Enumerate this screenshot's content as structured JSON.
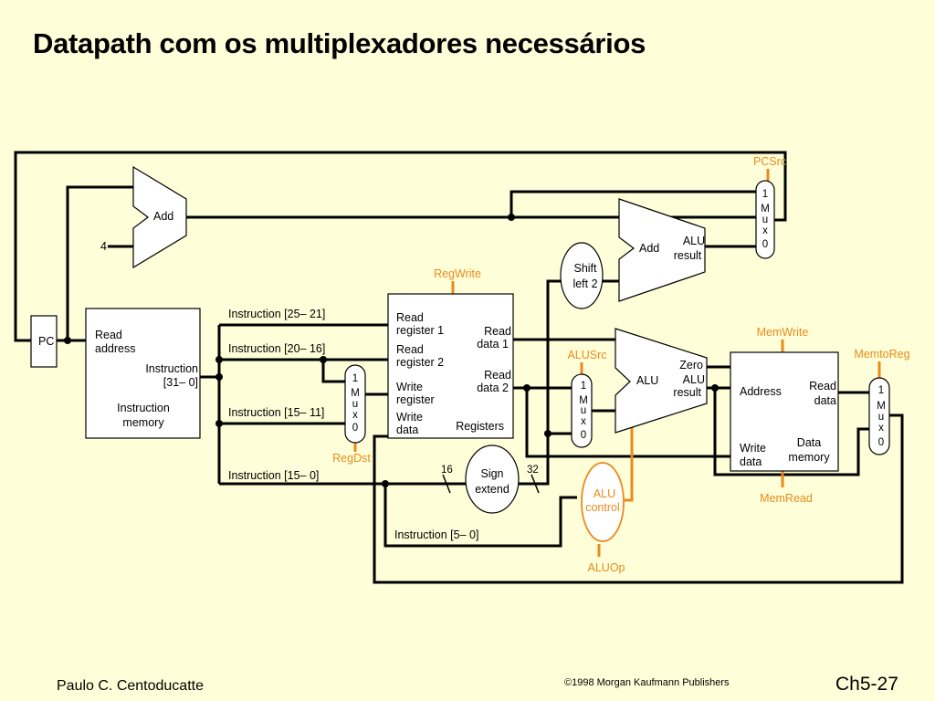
{
  "slide": {
    "title": "Datapath com os multiplexadores necessários",
    "author": "Paulo C. Centoducatte",
    "copyright_symbol": "©",
    "copyright": "1998 Morgan Kaufmann Publishers",
    "page": "Ch5-27"
  },
  "diagram": {
    "pc": "PC",
    "four": "4",
    "add": "Add",
    "alu_result_1": "ALU",
    "alu_result_2": "result",
    "shift_1": "Shift",
    "shift_2": "left 2",
    "imem_read_1": "Read",
    "imem_read_2": "address",
    "imem_instr_1": "Instruction",
    "imem_instr_2": "[31– 0]",
    "imem_name_1": "Instruction",
    "imem_name_2": "memory",
    "instr_25_21": "Instruction [25– 21]",
    "instr_20_16": "Instruction [20– 16]",
    "instr_15_11": "Instruction [15– 11]",
    "instr_15_0": "Instruction [15– 0]",
    "instr_5_0": "Instruction [5– 0]",
    "reg_read1_1": "Read",
    "reg_read1_2": "register 1",
    "reg_read2_1": "Read",
    "reg_read2_2": "register 2",
    "reg_write_1": "Write",
    "reg_write_2": "register",
    "reg_wdata_1": "Write",
    "reg_wdata_2": "data",
    "reg_data1_1": "Read",
    "reg_data1_2": "data 1",
    "reg_data2_1": "Read",
    "reg_data2_2": "data 2",
    "registers": "Registers",
    "mux_1": "1",
    "mux_m": "M",
    "mux_u": "u",
    "mux_x": "x",
    "mux_0": "0",
    "sign_1": "Sign",
    "sign_2": "extend",
    "bits_16": "16",
    "bits_32": "32",
    "alu": "ALU",
    "zero": "Zero",
    "alu_control_1": "ALU",
    "alu_control_2": "control",
    "dmem_address": "Address",
    "dmem_read_1": "Read",
    "dmem_read_2": "data",
    "dmem_write_1": "Write",
    "dmem_write_2": "data",
    "dmem_name_1": "Data",
    "dmem_name_2": "memory"
  },
  "control_signals": {
    "pcsrc": "PCSrc",
    "regwrite": "RegWrite",
    "regdst": "RegDst",
    "alusrc": "ALUSrc",
    "aluop": "ALUOp",
    "memwrite": "MemWrite",
    "memread": "MemRead",
    "memtoreg": "MemtoReg"
  },
  "colors": {
    "background": "#fefed8",
    "control": "#ea8a1c",
    "wire": "#000000"
  }
}
